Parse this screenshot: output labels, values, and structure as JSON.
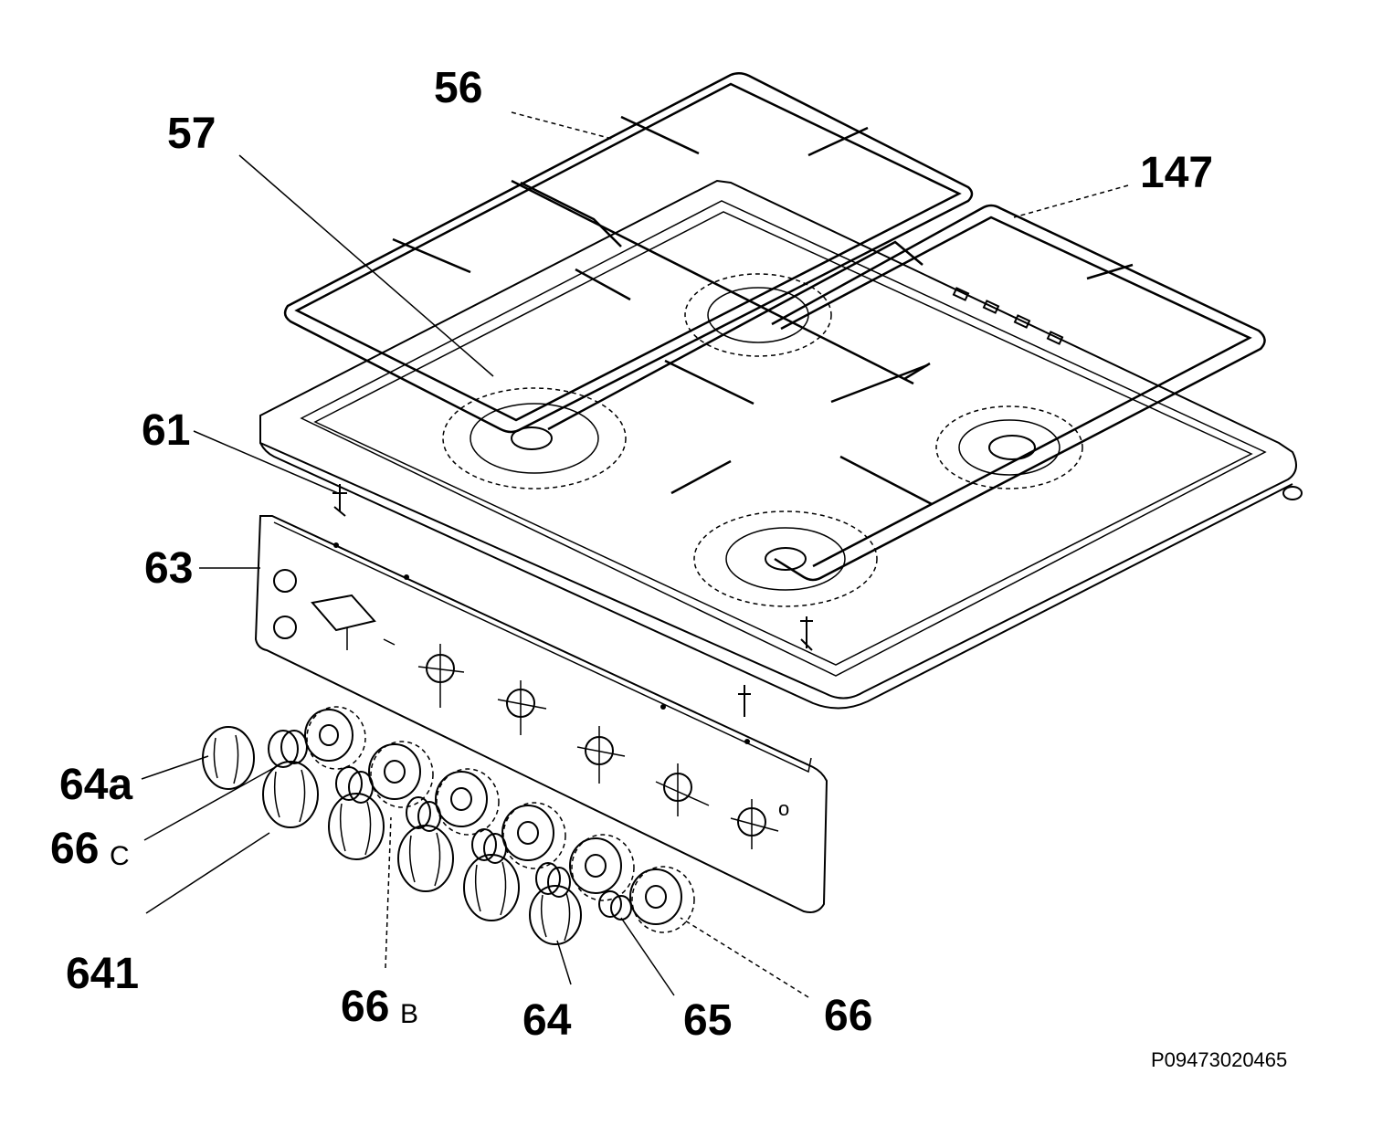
{
  "drawing": {
    "reference_code": "P09473020465"
  },
  "callouts": [
    {
      "key": "56",
      "text": "56"
    },
    {
      "key": "57",
      "text": "57"
    },
    {
      "key": "147",
      "text": "147"
    },
    {
      "key": "61",
      "text": "61"
    },
    {
      "key": "63",
      "text": "63"
    },
    {
      "key": "64a",
      "text": "64a"
    },
    {
      "key": "66c",
      "text": "66",
      "suffix": "C"
    },
    {
      "key": "641",
      "text": "641"
    },
    {
      "key": "66b",
      "text": "66",
      "suffix": "B"
    },
    {
      "key": "64",
      "text": "64"
    },
    {
      "key": "65",
      "text": "65"
    },
    {
      "key": "66",
      "text": "66"
    }
  ]
}
